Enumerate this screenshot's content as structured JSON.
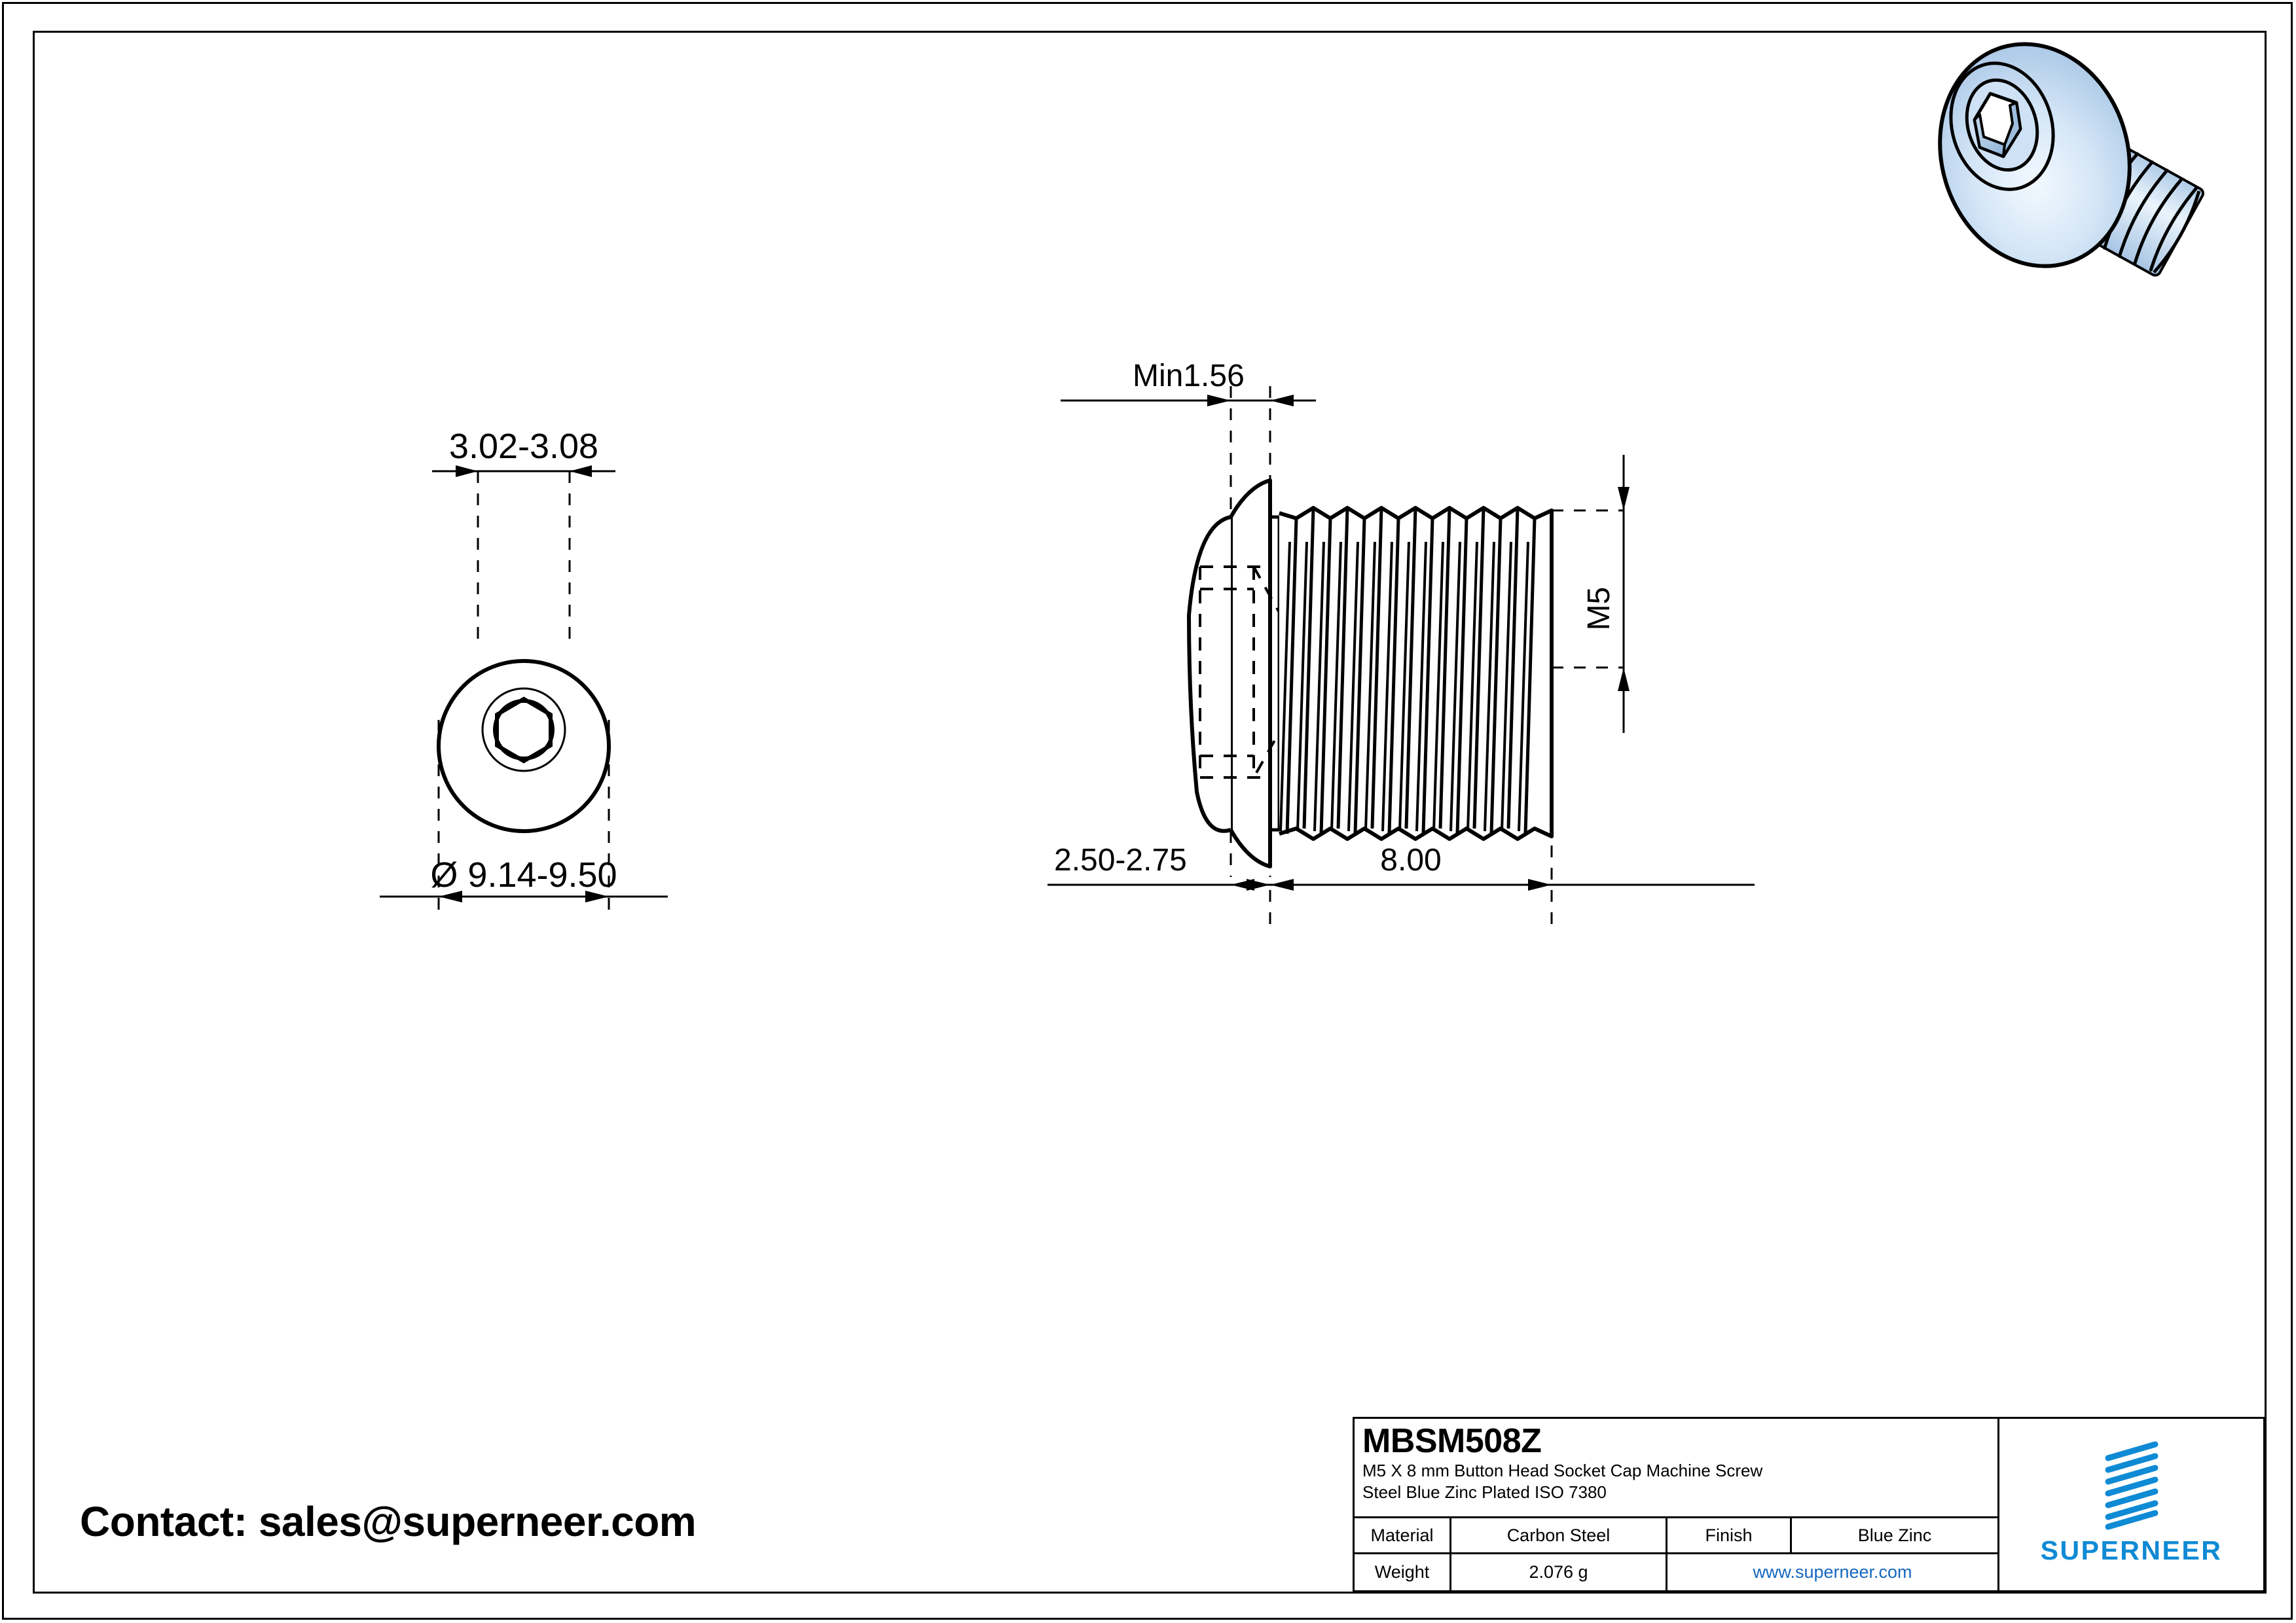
{
  "sheet": {
    "background_hex": "#FFFFFF",
    "line_hex": "#000000"
  },
  "contact": {
    "text": "Contact: sales@superneer.com"
  },
  "front_view": {
    "name": "front-view",
    "top_dimension": "3.02-3.08",
    "bottom_dimension": "Ø 9.14-9.50"
  },
  "side_view": {
    "name": "side-view",
    "head_height_dimension": "Min1.56",
    "head_thickness_dimension": "2.50-2.75",
    "thread_length_dimension": "8.00",
    "thread_size_dimension": "M5"
  },
  "title_block": {
    "part_number": "MBSM508Z",
    "description_line1": "M5 X 8 mm  Button Head Socket Cap Machine Screw",
    "description_line2": "Steel Blue Zinc Plated ISO 7380",
    "material_label": "Material",
    "material_value": "Carbon Steel",
    "finish_label": "Finish",
    "finish_value": "Blue Zinc",
    "weight_label": "Weight",
    "weight_value": "2.076 g",
    "website": "www.superneer.com",
    "website_color_hex": "#1568C0"
  },
  "brand": {
    "name": "SUPERNEER",
    "logo_color_hex": "#0F8AD4",
    "logo_bars": 8
  },
  "render": {
    "name": "button-head-socket-cap-screw-3d",
    "body_color_hex": "#BFD6EE",
    "highlight_color_hex": "#EAF4FC",
    "outline_hex": "#000000"
  }
}
